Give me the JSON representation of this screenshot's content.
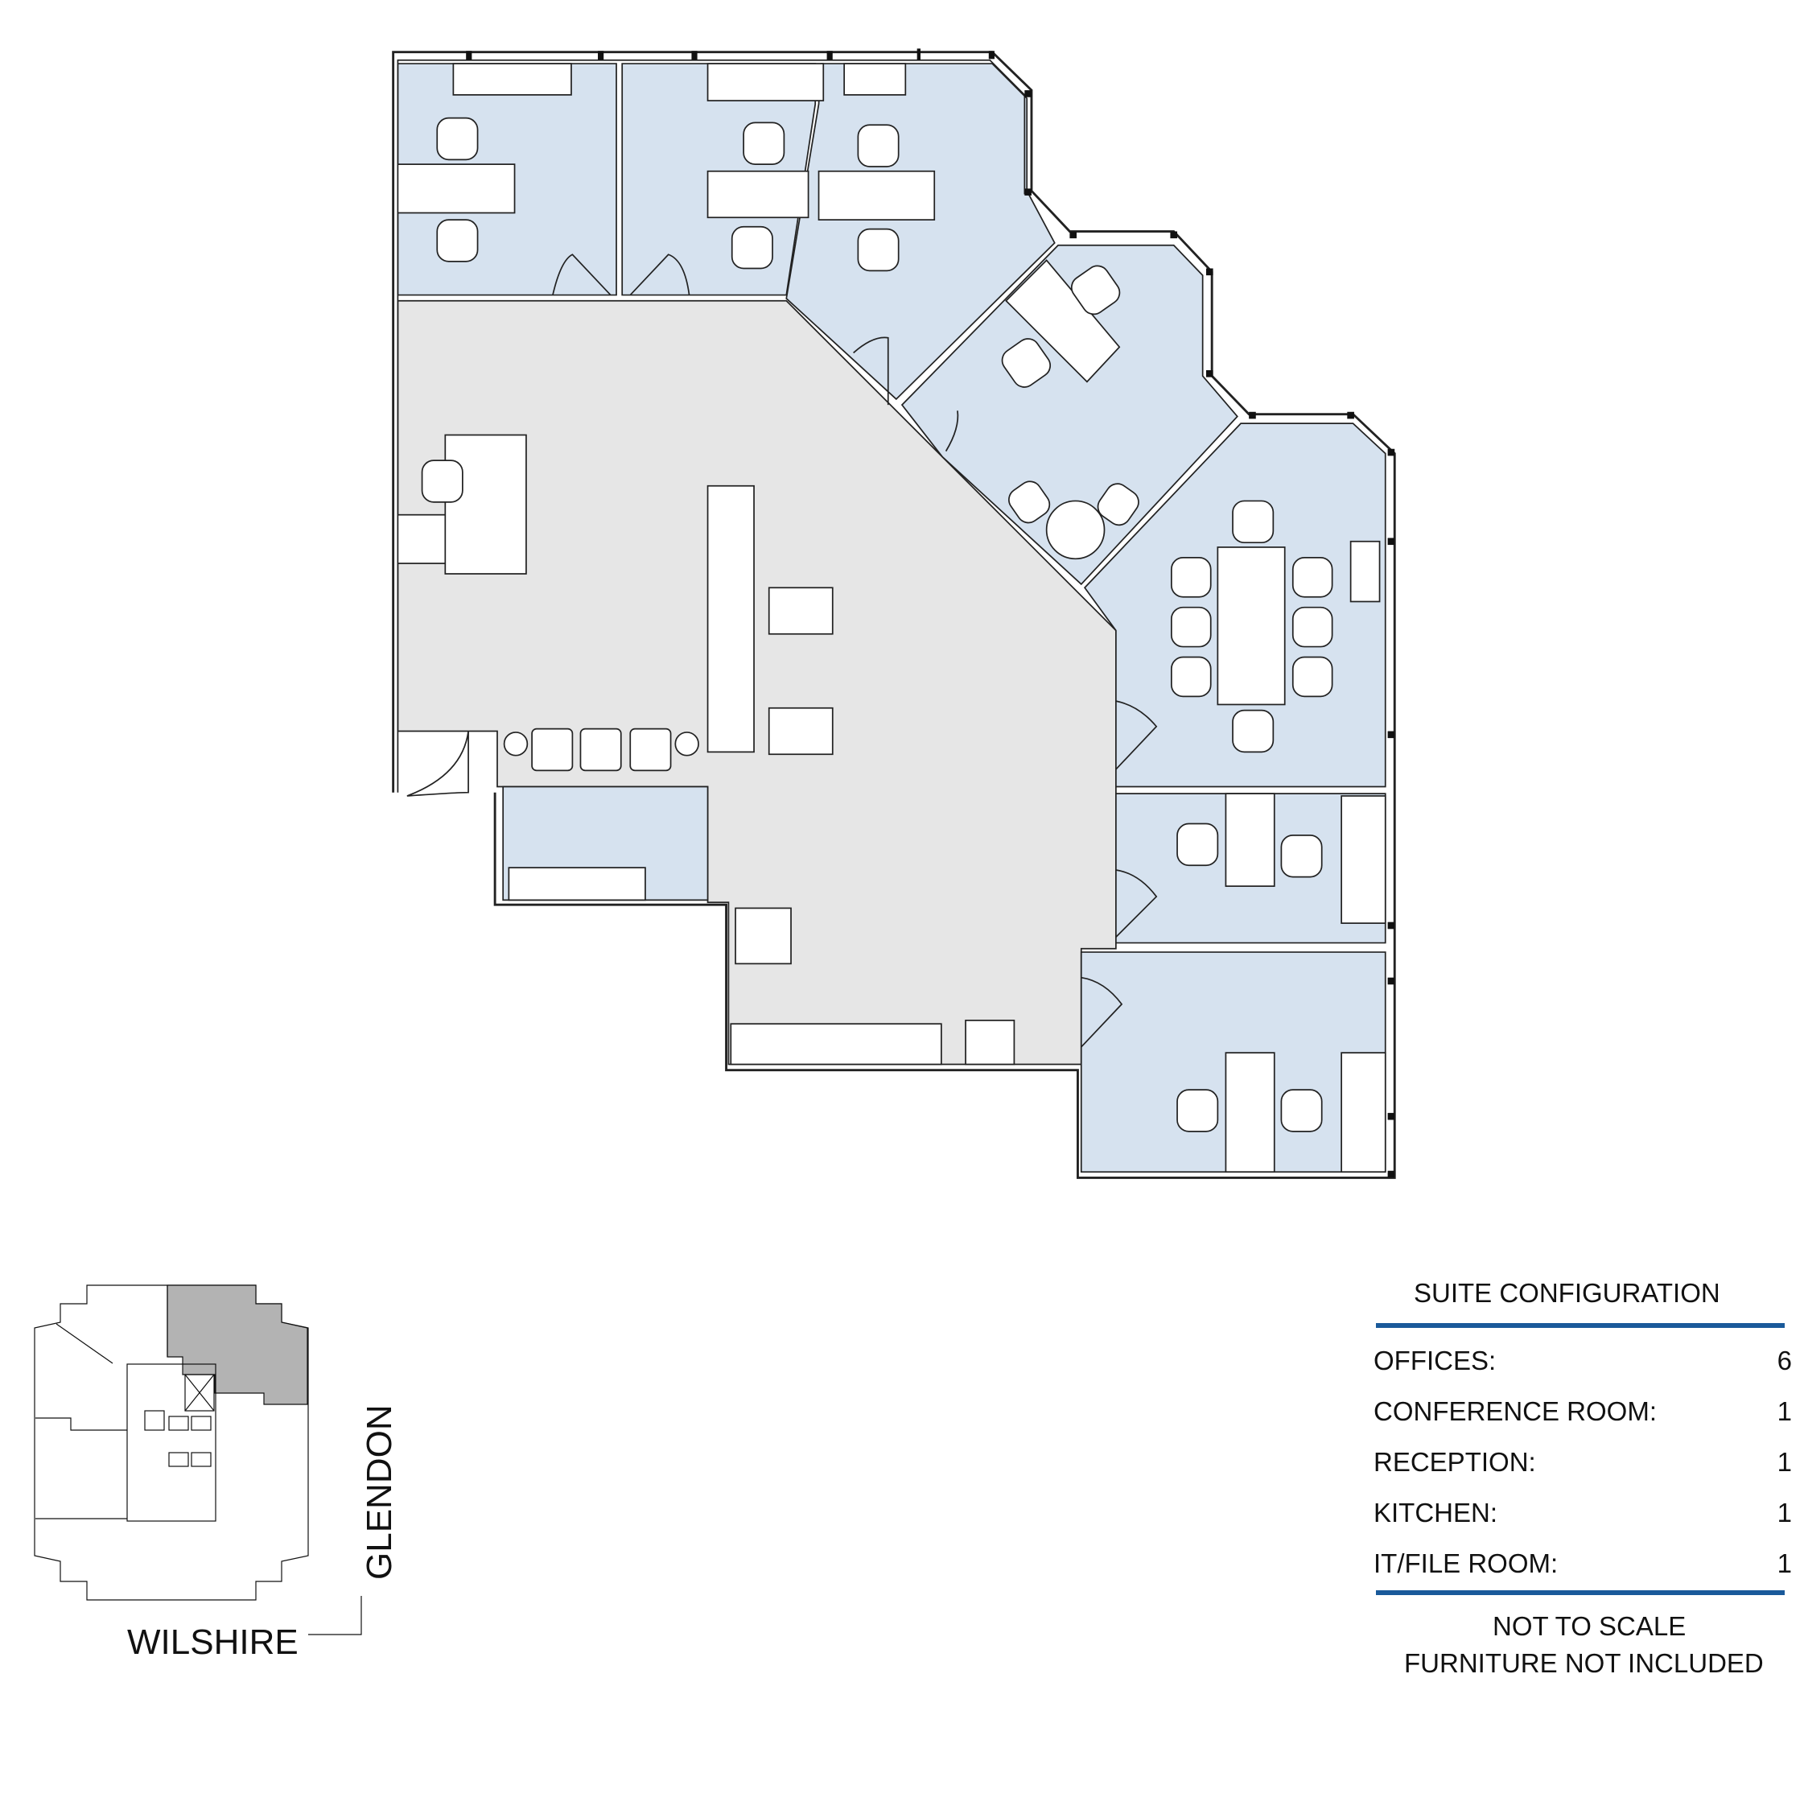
{
  "legend": {
    "title": "SUITE CONFIGURATION",
    "rows": [
      {
        "label": "OFFICES:",
        "value": "6"
      },
      {
        "label": "CONFERENCE ROOM:",
        "value": "1"
      },
      {
        "label": "RECEPTION:",
        "value": "1"
      },
      {
        "label": "KITCHEN:",
        "value": "1"
      },
      {
        "label": "IT/FILE ROOM:",
        "value": "1"
      }
    ],
    "notes": [
      "NOT TO SCALE",
      "FURNITURE NOT INCLUDED"
    ],
    "accent_color": "#1a5a9a"
  },
  "key_plan": {
    "streets": {
      "south": "WILSHIRE",
      "east": "GLENDON"
    },
    "highlight_color": "#b3b3b3"
  },
  "colors": {
    "office_fill": "#d6e2ef",
    "common_fill": "#e6e6e6"
  }
}
